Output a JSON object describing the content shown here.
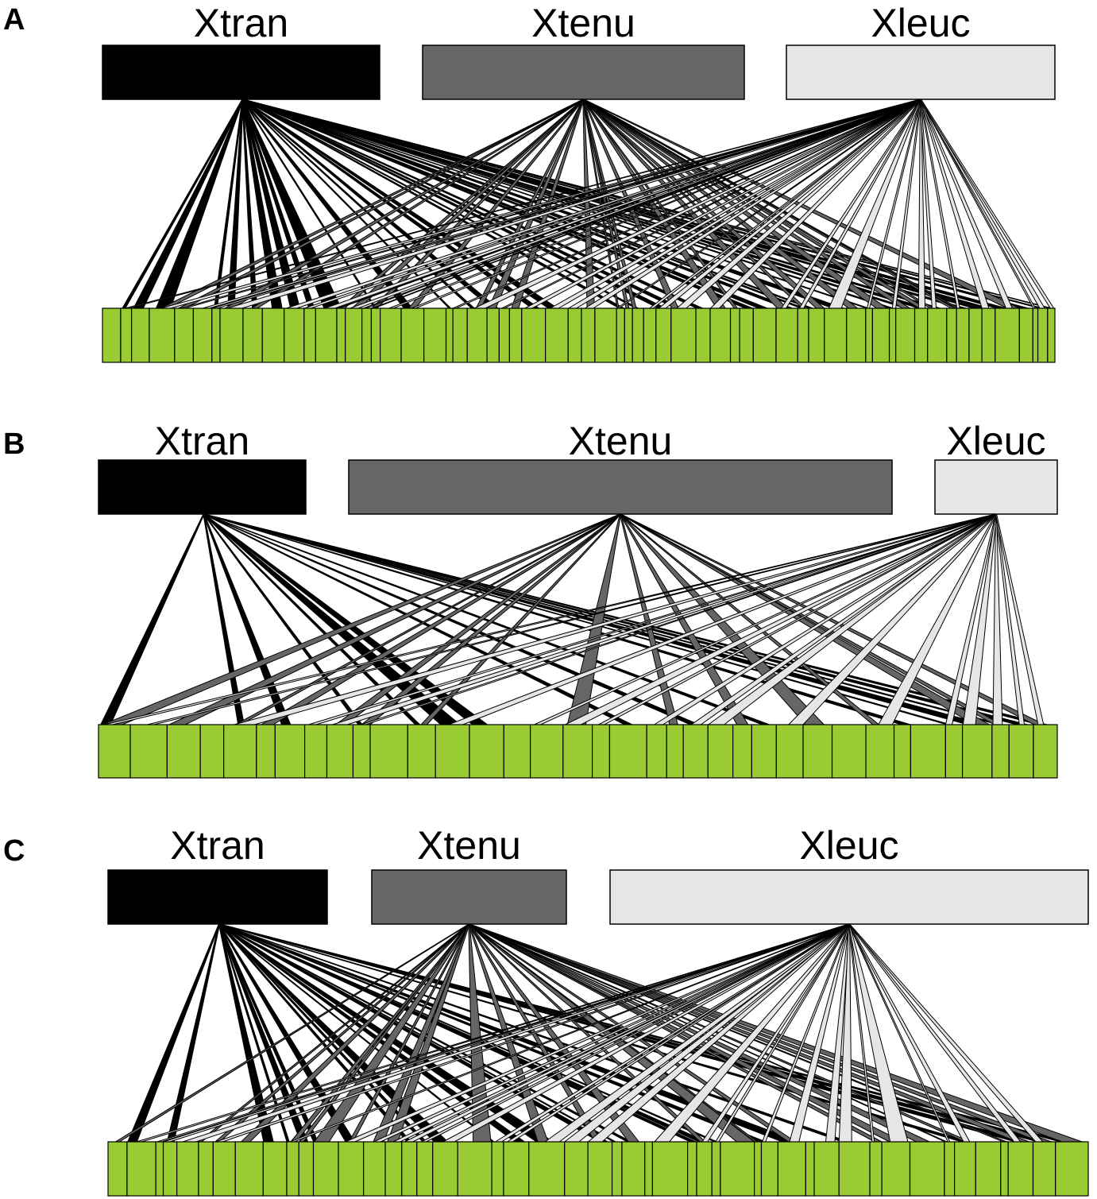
{
  "title": "",
  "colors": {
    "Xtran": "#000000",
    "Xtenu": "#666666",
    "Xleuc": "#e6e6e6",
    "group": "#99cc33",
    "stroke": "#000000"
  },
  "panels": [
    {
      "letter": "A",
      "species": [
        {
          "name": "Xtran",
          "share": 0.31
        },
        {
          "name": "Xtenu",
          "share": 0.36
        },
        {
          "name": "Xleuc",
          "share": 0.3
        }
      ],
      "group_count": 62
    },
    {
      "letter": "B",
      "species": [
        {
          "name": "Xtran",
          "share": 0.22
        },
        {
          "name": "Xtenu",
          "share": 0.57
        },
        {
          "name": "Xleuc",
          "share": 0.13
        }
      ],
      "group_count": 36
    },
    {
      "letter": "C",
      "species": [
        {
          "name": "Xtran",
          "share": 0.24
        },
        {
          "name": "Xtenu",
          "share": 0.21
        },
        {
          "name": "Xleuc",
          "share": 0.52
        }
      ],
      "group_count": 48
    }
  ]
}
